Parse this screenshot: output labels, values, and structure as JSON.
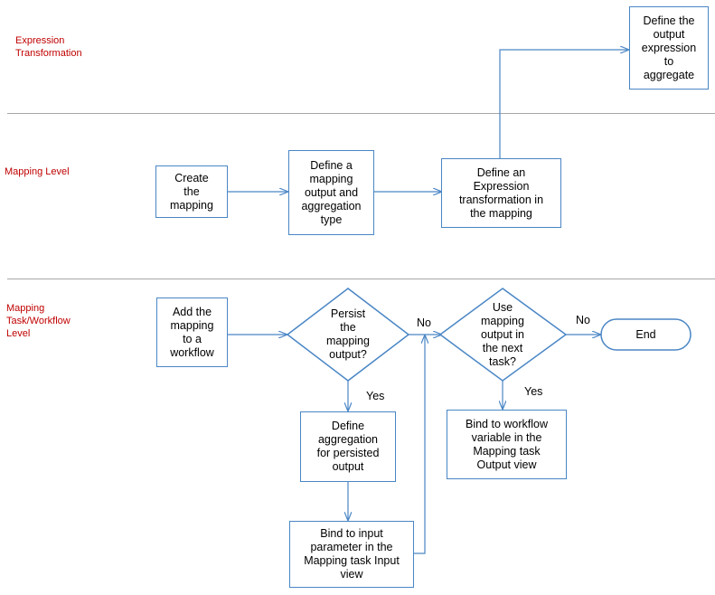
{
  "lanes": {
    "expression": "Expression\nTransformation",
    "mapping": "Mapping Level",
    "task": "Mapping\nTask/Workflow\nLevel"
  },
  "nodes": {
    "create_mapping": "Create\nthe\nmapping",
    "define_output": "Define a\nmapping\noutput and\naggregation\ntype",
    "define_expression_transformation": "Define an\nExpression\ntransformation in\nthe mapping",
    "define_output_expression": "Define the\noutput\nexpression\nto\naggregate",
    "add_to_workflow": "Add the\nmapping\nto a\nworkflow",
    "persist_decision": "Persist\nthe\nmapping\noutput?",
    "define_aggregation": "Define\naggregation\nfor persisted\noutput",
    "bind_input": "Bind to input\nparameter in the\nMapping task Input\nview",
    "use_output_decision": "Use\nmapping\noutput in\nthe next\ntask?",
    "bind_workflow_variable": "Bind to workflow\nvariable in the\nMapping task\nOutput view",
    "end": "End"
  },
  "edge_labels": {
    "persist_no": "No",
    "persist_yes": "Yes",
    "use_no": "No",
    "use_yes": "Yes"
  },
  "colors": {
    "box_border": "#4a86c5",
    "lane_label": "#c00000",
    "divider": "#a6a6a6"
  }
}
